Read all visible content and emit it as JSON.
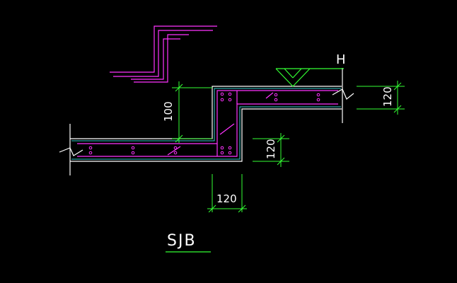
{
  "drawing": {
    "title": "SJB",
    "elevation_mark": "H",
    "dims": {
      "step_height": "100",
      "upper_slab_thickness": "120",
      "lower_slab_thickness": "120",
      "step_width": "120"
    }
  },
  "colors": {
    "background": "#000000",
    "outline": "#ffffff",
    "rebar": "#ff33ff",
    "cover": "#33cccc",
    "dimension": "#33ff33",
    "text": "#ffffff"
  }
}
